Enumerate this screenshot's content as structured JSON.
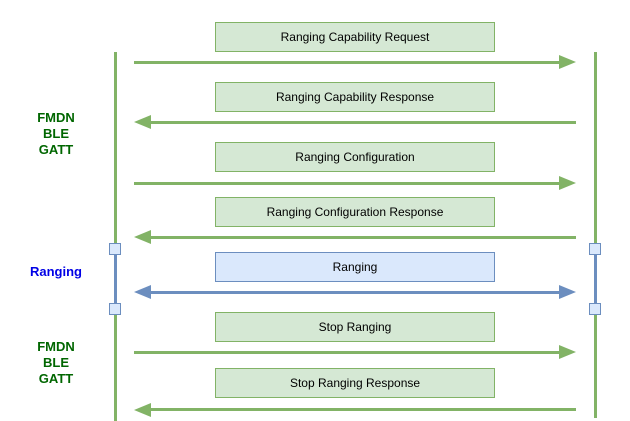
{
  "diagram_type": "sequence-diagram",
  "section_labels": [
    {
      "text": "FMDN\nBLE\nGATT",
      "color": "#006600"
    },
    {
      "text": "Ranging",
      "color": "#0000e6"
    },
    {
      "text": "FMDN\nBLE\nGATT",
      "color": "#006600"
    }
  ],
  "messages": [
    {
      "label": "Ranging Capability Request",
      "direction": "right",
      "style": "green"
    },
    {
      "label": "Ranging Capability Response",
      "direction": "left",
      "style": "green"
    },
    {
      "label": "Ranging Configuration",
      "direction": "right",
      "style": "green"
    },
    {
      "label": "Ranging Configuration Response",
      "direction": "left",
      "style": "green"
    },
    {
      "label": "Ranging",
      "direction": "both",
      "style": "blue"
    },
    {
      "label": "Stop Ranging",
      "direction": "right",
      "style": "green"
    },
    {
      "label": "Stop Ranging Response",
      "direction": "left",
      "style": "green"
    }
  ],
  "lifelines": {
    "count": 2,
    "activation_markers_per_lifeline": 2
  },
  "colors": {
    "background": "#ffffff",
    "green_box_fill": "#d5e8d4",
    "green_stroke": "#82b366",
    "blue_box_fill": "#dae8fc",
    "blue_stroke": "#6c8ebf",
    "section_label_green": "#006600",
    "section_label_blue": "#0000e6",
    "box_text": "#000000"
  }
}
